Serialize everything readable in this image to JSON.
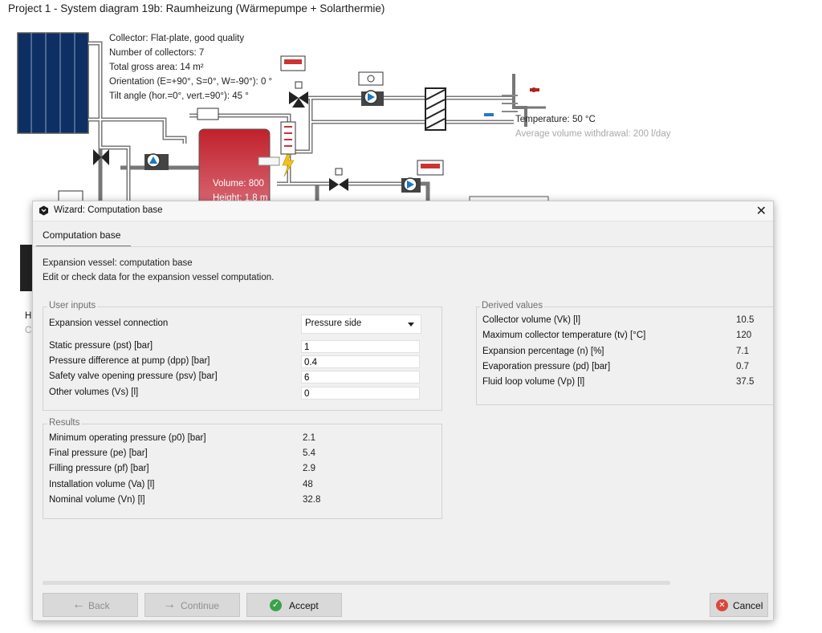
{
  "window": {
    "title": "Project 1 - System diagram 19b: Raumheizung (Wärmepumpe + Solarthermie)"
  },
  "diagram": {
    "collector_info": [
      "Collector: Flat-plate, good quality",
      "Number of collectors: 7",
      "Total gross area: 14 m²",
      "Orientation (E=+90°, S=0°, W=-90°): 0 °",
      "Tilt angle (hor.=0°, vert.=90°): 45 °"
    ],
    "tank_volume": "Volume: 800",
    "tank_height": "Height: 1.8 m",
    "dhw_temperature": "Temperature: 50 °C",
    "dhw_withdrawal": "Average volume withdrawal: 200 l/day",
    "left_partial_1": "H",
    "left_partial_2": "C"
  },
  "dialog": {
    "title": "Wizard: Computation base",
    "close_label": "✕",
    "tab_label": "Computation base",
    "intro_line1": "Expansion vessel: computation base",
    "intro_line2": "Edit or check data for the expansion vessel computation.",
    "user_inputs": {
      "label": "User inputs",
      "connection_label": "Expansion vessel connection",
      "connection_value": "Pressure side",
      "fields": [
        {
          "label": "Static pressure (pst) [bar]",
          "value": "1"
        },
        {
          "label": "Pressure difference at pump (dpp) [bar]",
          "value": "0.4"
        },
        {
          "label": "Safety valve opening pressure (psv) [bar]",
          "value": "6"
        },
        {
          "label": "Other volumes (Vs) [l]",
          "value": "0"
        }
      ]
    },
    "results": {
      "label": "Results",
      "rows": [
        {
          "label": "Minimum operating pressure (p0) [bar]",
          "value": "2.1"
        },
        {
          "label": "Final pressure (pe) [bar]",
          "value": "5.4"
        },
        {
          "label": "Filling pressure (pf) [bar]",
          "value": "2.9"
        },
        {
          "label": "Installation volume (Va) [l]",
          "value": "48"
        },
        {
          "label": "Nominal volume (Vn) [l]",
          "value": "32.8"
        }
      ]
    },
    "derived": {
      "label": "Derived values",
      "rows": [
        {
          "label": "Collector volume (Vk) [l]",
          "value": "10.5"
        },
        {
          "label": "Maximum collector temperature (tv) [°C]",
          "value": "120"
        },
        {
          "label": "Expansion percentage (n) [%]",
          "value": "7.1"
        },
        {
          "label": "Evaporation pressure (pd) [bar]",
          "value": "0.7"
        },
        {
          "label": "Fluid loop volume (Vp) [l]",
          "value": "37.5"
        }
      ]
    },
    "buttons": {
      "back": "Back",
      "continue": "Continue",
      "accept": "Accept",
      "cancel": "Cancel"
    }
  },
  "colors": {
    "collector": "#0d2f63",
    "tank": "#b3202a",
    "accept": "#3aa24a",
    "cancel": "#d9463c",
    "pump": "#1a78c2"
  }
}
